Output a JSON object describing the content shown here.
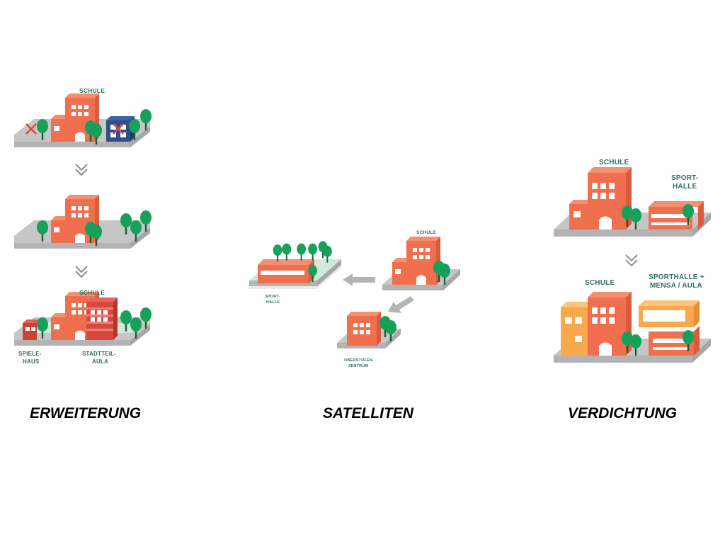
{
  "colors": {
    "building": "#ef6f4f",
    "building_roof": "#f4906f",
    "building_side": "#d95a3c",
    "building_orange": "#f9a84b",
    "building_navy": "#2f4f86",
    "tree": "#16a05a",
    "trunk": "#1e5a3a",
    "ground": "#c6c6c6",
    "ground_edge": "#a6a6a6",
    "green_area": "#cdebd8",
    "label_text": "#2f6e62",
    "cross": "#e2463a",
    "arrow": "#b4b4b4"
  },
  "erweiterung": {
    "step1": {
      "schule": "SCHULE"
    },
    "step3": {
      "schule": "SCHULE",
      "spielehaus": [
        "SPIELE-",
        "HAUS"
      ],
      "stadtteilaula": [
        "STADTTEIL-",
        "AULA"
      ]
    },
    "caption": "ERWEITERUNG"
  },
  "satelliten": {
    "schule": "SCHULE",
    "sporthalle": [
      "SPORT-",
      "HALLE"
    ],
    "oberstufenzentrum": [
      "OBERSTUFEN-",
      "ZENTRUM"
    ],
    "caption": "SATELLITEN"
  },
  "verdichtung": {
    "top": {
      "schule": "SCHULE",
      "sporthalle": [
        "SPORT-",
        "HALLE"
      ]
    },
    "bottom": {
      "schule": "SCHULE",
      "sporthalle_mensa": [
        "SPORTHALLE +",
        "MENSA / AULA"
      ]
    },
    "caption": "VERDICHTUNG"
  },
  "icons": [
    "chevron-down-double-icon",
    "cross-icon",
    "arrow-left-icon",
    "arrow-down-left-icon"
  ]
}
